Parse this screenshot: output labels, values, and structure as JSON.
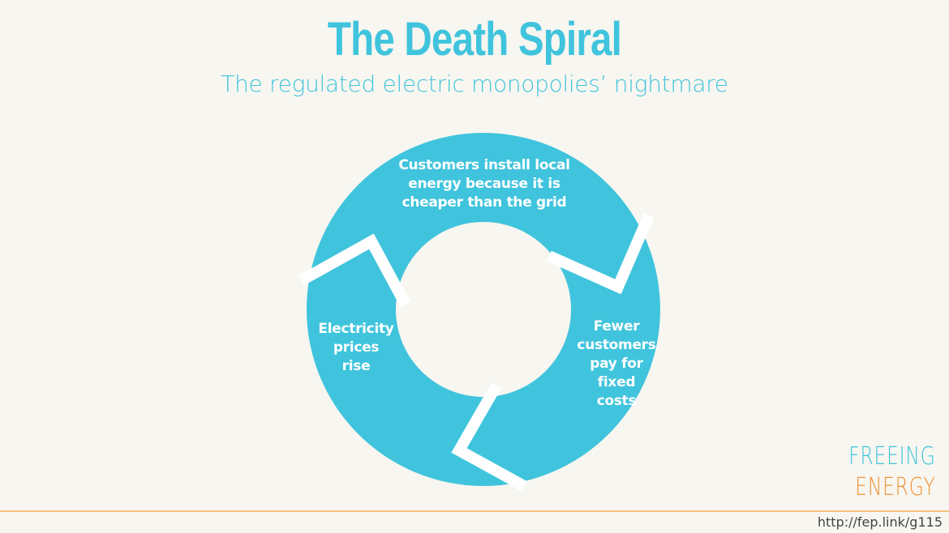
{
  "header": {
    "title": "The Death Spiral",
    "subtitle": "The regulated electric monopolies’ nightmare"
  },
  "diagram": {
    "type": "cycle",
    "ring_color": "#40c4dd",
    "arrow_color": "#ffffff",
    "background_color": "#f8f6f0",
    "steps": [
      {
        "label": "Customers install local\nenergy because it is\ncheaper than the grid",
        "position": "top"
      },
      {
        "label": "Fewer\ncustomers\npay for\nfixed\ncosts",
        "position": "right"
      },
      {
        "label": "Electricity\nprices\nrise",
        "position": "left"
      }
    ],
    "flow": "clockwise"
  },
  "branding": {
    "logo_line1": "FREEING",
    "logo_line2": "ENERGY",
    "logo_color1": "#40c4dd",
    "logo_color2": "#f0923a",
    "divider_color": "#f5c080",
    "url": "http://fep.link/g115"
  }
}
